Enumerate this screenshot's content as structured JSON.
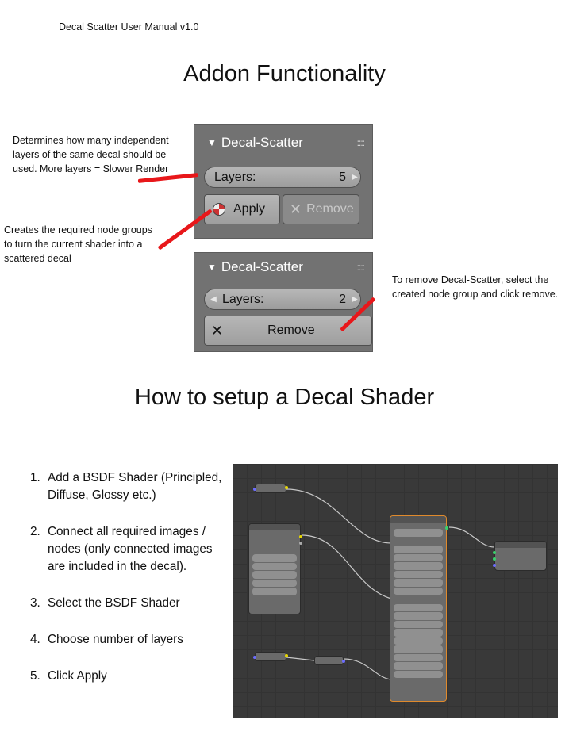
{
  "header": "Decal Scatter User Manual v1.0",
  "section1_title": "Addon Functionality",
  "section2_title": "How to setup a Decal Shader",
  "notes": {
    "layers": "Determines how many independent layers of the same decal should be used. More layers = Slower Render",
    "apply": "Creates the required node groups to turn the current shader into a scattered decal",
    "remove": "To remove Decal-Scatter, select the created node group and click remove."
  },
  "panel1": {
    "title": "Decal-Scatter",
    "layers_label": "Layers:",
    "layers_value": "5",
    "apply_label": "Apply",
    "remove_label": "Remove"
  },
  "panel2": {
    "title": "Decal-Scatter",
    "layers_label": "Layers:",
    "layers_value": "2",
    "remove_label": "Remove"
  },
  "steps": [
    {
      "num": "1.",
      "text": "Add a BSDF Shader (Principled, Diffuse, Glossy etc.)"
    },
    {
      "num": "2.",
      "text": "Connect all required images / nodes (only connected images are included in the decal)."
    },
    {
      "num": "3.",
      "text": "Select the BSDF Shader"
    },
    {
      "num": "4.",
      "text": "Choose number of layers"
    },
    {
      "num": "5.",
      "text": "Click Apply"
    }
  ],
  "colors": {
    "accent_red": "#e8171a",
    "panel_bg": "#727272",
    "editor_bg": "#393939"
  },
  "icons": {
    "apply": "checker-ball-icon",
    "remove": "cross-icon",
    "collapse": "triangle-down-icon",
    "grip": "grip-dots-icon"
  }
}
